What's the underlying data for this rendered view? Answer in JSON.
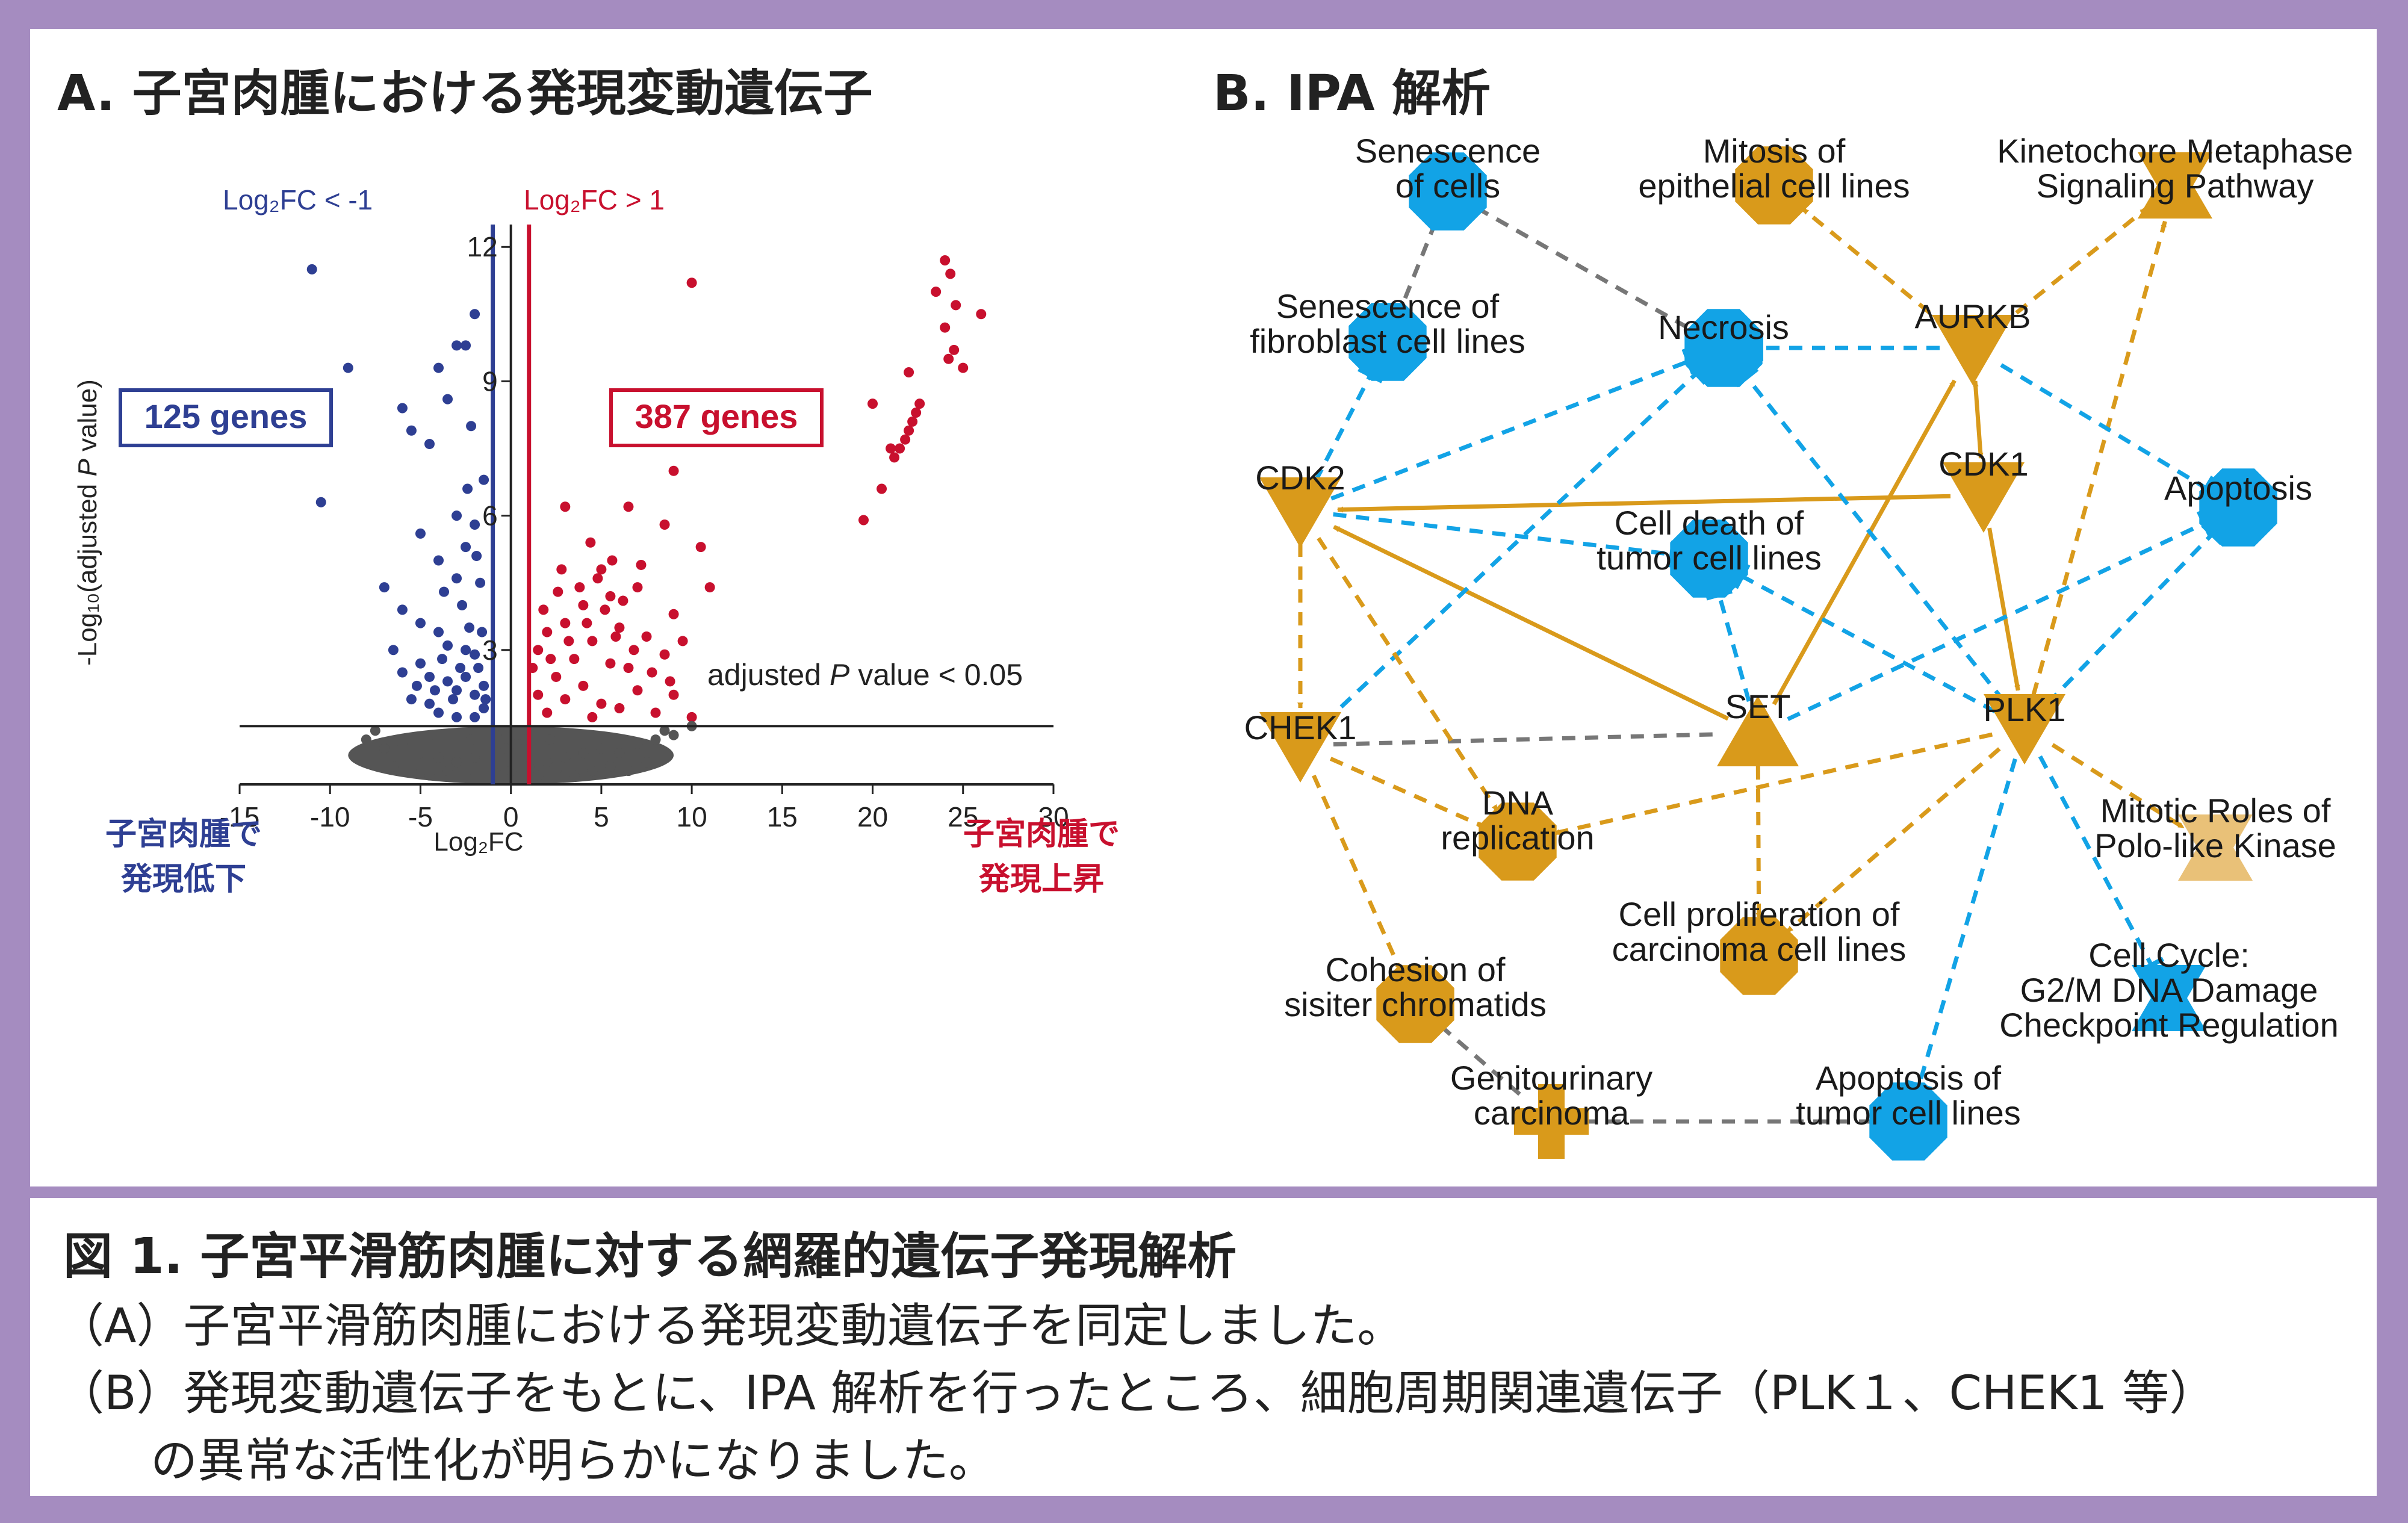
{
  "panel_a": {
    "title": "A. 子宮肉腫における発現変動遺伝子",
    "left_threshold_label": "Log₂FC < -1",
    "right_threshold_label": "Log₂FC > 1",
    "down_count_label": "125 genes",
    "up_count_label": "387 genes",
    "pvalue_line_label": "adjusted P value < 0.05",
    "x_axis_label": "Log₂FC",
    "y_axis_label": "-Log₁₀(adjusted P value)",
    "down_label_line1": "子宮肉腫で",
    "down_label_line2": "発現低下",
    "up_label_line1": "子宮肉腫で",
    "up_label_line2": "発現上昇",
    "colors": {
      "down": "#2e3f93",
      "up": "#c8102e",
      "ns": "#555555"
    }
  },
  "chart_data": {
    "type": "scatter",
    "xlabel": "Log₂FC",
    "ylabel": "-Log₁₀(adjusted P value)",
    "xlim": [
      -16,
      31
    ],
    "ylim": [
      0,
      12.5
    ],
    "x_ticks": [
      "-15",
      "-10",
      "-5",
      "0",
      "5",
      "10",
      "15",
      "20",
      "25",
      "30"
    ],
    "y_ticks": [
      "3",
      "6",
      "9",
      "12"
    ],
    "x_tick_values": [
      -15,
      -10,
      -5,
      0,
      5,
      10,
      15,
      20,
      25,
      30
    ],
    "y_tick_values": [
      3,
      6,
      9,
      12
    ],
    "threshold_x": [
      -1,
      1
    ],
    "threshold_y": 1.3,
    "series": [
      {
        "name": "Log₂FC < -1",
        "color": "#2e3f93",
        "points": [
          [
            -11,
            11.5
          ],
          [
            -9,
            9.3
          ],
          [
            -10.5,
            6.3
          ],
          [
            -6,
            8.4
          ],
          [
            -5.5,
            7.9
          ],
          [
            -4,
            9.3
          ],
          [
            -3,
            9.8
          ],
          [
            -2,
            10.5
          ],
          [
            -2.5,
            9.8
          ],
          [
            -3.5,
            8.6
          ],
          [
            -4.5,
            7.6
          ],
          [
            -2.2,
            8.0
          ],
          [
            -3,
            6.0
          ],
          [
            -2.5,
            5.3
          ],
          [
            -2,
            5.8
          ],
          [
            -5,
            5.6
          ],
          [
            -4,
            5.0
          ],
          [
            -3,
            4.6
          ],
          [
            -7,
            4.4
          ],
          [
            -6,
            3.9
          ],
          [
            -5,
            3.6
          ],
          [
            -4,
            3.4
          ],
          [
            -3.5,
            3.1
          ],
          [
            -2.5,
            3.0
          ],
          [
            -2,
            2.9
          ],
          [
            -6.5,
            3.0
          ],
          [
            -6,
            2.5
          ],
          [
            -5,
            2.7
          ],
          [
            -4.5,
            2.4
          ],
          [
            -3.5,
            2.3
          ],
          [
            -3,
            2.1
          ],
          [
            -2.5,
            2.4
          ],
          [
            -2,
            2.0
          ],
          [
            -1.5,
            2.2
          ],
          [
            -5.5,
            1.9
          ],
          [
            -4.5,
            1.8
          ],
          [
            -4,
            1.6
          ],
          [
            -3,
            1.5
          ],
          [
            -2,
            1.5
          ],
          [
            -1.5,
            1.7
          ],
          [
            -3.8,
            2.8
          ],
          [
            -2.8,
            2.6
          ],
          [
            -1.8,
            2.6
          ],
          [
            -2.3,
            3.5
          ],
          [
            -1.6,
            3.4
          ],
          [
            -4.2,
            2.1
          ],
          [
            -5.2,
            2.2
          ],
          [
            -3.2,
            1.9
          ],
          [
            -1.4,
            1.9
          ],
          [
            -2.7,
            4.0
          ],
          [
            -3.7,
            4.3
          ],
          [
            -1.7,
            4.5
          ],
          [
            -1.9,
            5.1
          ],
          [
            -2.4,
            6.6
          ],
          [
            -1.5,
            6.8
          ]
        ]
      },
      {
        "name": "Log₂FC > 1",
        "color": "#c8102e",
        "points": [
          [
            10,
            11.2
          ],
          [
            24,
            11.7
          ],
          [
            24.3,
            11.4
          ],
          [
            23.5,
            11.0
          ],
          [
            24.6,
            10.7
          ],
          [
            26,
            10.5
          ],
          [
            24,
            10.2
          ],
          [
            24.5,
            9.7
          ],
          [
            25,
            9.3
          ],
          [
            24.2,
            9.5
          ],
          [
            22,
            9.2
          ],
          [
            20,
            8.5
          ],
          [
            21,
            7.5
          ],
          [
            21.2,
            7.3
          ],
          [
            21.5,
            7.5
          ],
          [
            21.8,
            7.7
          ],
          [
            22,
            7.9
          ],
          [
            22.2,
            8.1
          ],
          [
            22.4,
            8.3
          ],
          [
            22.6,
            8.5
          ],
          [
            20.5,
            6.6
          ],
          [
            19.5,
            5.9
          ],
          [
            9,
            7.0
          ],
          [
            6.5,
            6.2
          ],
          [
            8.5,
            5.8
          ],
          [
            10.5,
            5.3
          ],
          [
            3,
            6.2
          ],
          [
            11,
            4.4
          ],
          [
            5,
            4.8
          ],
          [
            7,
            4.4
          ],
          [
            5.5,
            4.2
          ],
          [
            9,
            3.8
          ],
          [
            4,
            4.0
          ],
          [
            3,
            3.6
          ],
          [
            6,
            3.5
          ],
          [
            7.5,
            3.3
          ],
          [
            9.5,
            3.2
          ],
          [
            2,
            3.4
          ],
          [
            4.5,
            3.2
          ],
          [
            8.5,
            2.9
          ],
          [
            1.5,
            3.0
          ],
          [
            3.5,
            2.8
          ],
          [
            5.5,
            2.7
          ],
          [
            6.5,
            2.6
          ],
          [
            2.5,
            2.4
          ],
          [
            4,
            2.2
          ],
          [
            7,
            2.1
          ],
          [
            9,
            2.0
          ],
          [
            1.5,
            2.0
          ],
          [
            3,
            1.9
          ],
          [
            5,
            1.8
          ],
          [
            6,
            1.7
          ],
          [
            8,
            1.6
          ],
          [
            2,
            1.6
          ],
          [
            10,
            1.5
          ],
          [
            4.5,
            1.5
          ],
          [
            1.2,
            2.6
          ],
          [
            2.2,
            2.8
          ],
          [
            3.2,
            3.2
          ],
          [
            4.2,
            3.6
          ],
          [
            5.2,
            3.9
          ],
          [
            6.2,
            4.1
          ],
          [
            3.8,
            4.4
          ],
          [
            4.8,
            4.6
          ],
          [
            2.8,
            4.8
          ],
          [
            7.8,
            2.5
          ],
          [
            8.8,
            2.3
          ],
          [
            6.8,
            3.0
          ],
          [
            5.8,
            3.3
          ],
          [
            1.8,
            3.9
          ],
          [
            2.6,
            4.3
          ],
          [
            5.6,
            5.0
          ],
          [
            4.4,
            5.4
          ],
          [
            7.2,
            4.9
          ]
        ]
      },
      {
        "name": "not significant",
        "color": "#555555",
        "points": [
          [
            -8,
            1.0
          ],
          [
            -7,
            0.8
          ],
          [
            -6,
            0.9
          ],
          [
            -5,
            0.7
          ],
          [
            -4,
            0.6
          ],
          [
            -3,
            0.5
          ],
          [
            -2,
            0.6
          ],
          [
            -1,
            0.4
          ],
          [
            0,
            0.3
          ],
          [
            1,
            0.4
          ],
          [
            2,
            0.5
          ],
          [
            3,
            0.6
          ],
          [
            4,
            0.7
          ],
          [
            5,
            0.8
          ],
          [
            6,
            0.7
          ],
          [
            7,
            0.9
          ],
          [
            8,
            1.0
          ],
          [
            9,
            1.1
          ],
          [
            -6.5,
            0.4
          ],
          [
            -5.5,
            0.3
          ],
          [
            -4.5,
            0.2
          ],
          [
            -3.5,
            0.3
          ],
          [
            -2.5,
            0.2
          ],
          [
            -1.5,
            0.1
          ],
          [
            -0.5,
            0.2
          ],
          [
            0.5,
            0.1
          ],
          [
            1.5,
            0.2
          ],
          [
            2.5,
            0.3
          ],
          [
            3.5,
            0.2
          ],
          [
            4.5,
            0.3
          ],
          [
            5.5,
            0.4
          ],
          [
            6.5,
            0.3
          ],
          [
            7.5,
            0.5
          ],
          [
            -0.8,
            1.1
          ],
          [
            0.8,
            1.0
          ],
          [
            -0.3,
            0.8
          ],
          [
            0.3,
            0.9
          ],
          [
            -4.2,
            1.1
          ],
          [
            4.2,
            1.1
          ],
          [
            -2.2,
            1.0
          ],
          [
            2.2,
            1.0
          ],
          [
            -7.5,
            1.2
          ],
          [
            10,
            1.3
          ],
          [
            8.5,
            1.2
          ]
        ]
      }
    ]
  },
  "panel_b": {
    "title": "B. IPA 解析",
    "colors": {
      "orange": "#d99a1b",
      "blue": "#12a3e6",
      "pale_orange": "#e9c178",
      "gray": "#777777"
    },
    "nodes": [
      {
        "id": "senescence",
        "lines": [
          "Senescence",
          "of cells"
        ],
        "shape": "octagon",
        "color": "blue"
      },
      {
        "id": "mitosis",
        "lines": [
          "Mitosis of",
          "epithelial cell lines"
        ],
        "shape": "octagon",
        "color": "orange"
      },
      {
        "id": "kinetochore",
        "lines": [
          "Kinetochore Metaphase",
          "Signaling Pathway"
        ],
        "shape": "hourglass",
        "color": "orange"
      },
      {
        "id": "sen_fibro",
        "lines": [
          "Senescence of",
          "fibroblast cell lines"
        ],
        "shape": "octagon",
        "color": "blue"
      },
      {
        "id": "necrosis",
        "lines": [
          "Necrosis"
        ],
        "shape": "octagon",
        "color": "blue"
      },
      {
        "id": "aurkb",
        "lines": [
          "AURKB"
        ],
        "shape": "triangle-down",
        "color": "orange"
      },
      {
        "id": "cdk2",
        "lines": [
          "CDK2"
        ],
        "shape": "triangle-down",
        "color": "orange"
      },
      {
        "id": "cdk1",
        "lines": [
          "CDK1"
        ],
        "shape": "triangle-down",
        "color": "orange"
      },
      {
        "id": "apoptosis",
        "lines": [
          "Apoptosis"
        ],
        "shape": "octagon",
        "color": "blue"
      },
      {
        "id": "celldeath",
        "lines": [
          "Cell death of",
          "tumor cell lines"
        ],
        "shape": "octagon",
        "color": "blue"
      },
      {
        "id": "chek1",
        "lines": [
          "CHEK1"
        ],
        "shape": "triangle-down",
        "color": "orange"
      },
      {
        "id": "set",
        "lines": [
          "SET"
        ],
        "shape": "triangle-up",
        "color": "orange"
      },
      {
        "id": "plk1",
        "lines": [
          "PLK1"
        ],
        "shape": "triangle-down",
        "color": "orange"
      },
      {
        "id": "dna",
        "lines": [
          "DNA",
          "replication"
        ],
        "shape": "octagon",
        "color": "orange"
      },
      {
        "id": "mitotic",
        "lines": [
          "Mitotic Roles of",
          "Polo-like Kinase"
        ],
        "shape": "hourglass",
        "color": "pale_orange"
      },
      {
        "id": "cellprolif",
        "lines": [
          "Cell proliferation of",
          "carcinoma cell lines"
        ],
        "shape": "octagon",
        "color": "orange"
      },
      {
        "id": "cohesion",
        "lines": [
          "Cohesion of",
          "sisiter chromatids"
        ],
        "shape": "octagon",
        "color": "orange"
      },
      {
        "id": "cellcycle",
        "lines": [
          "Cell Cycle:",
          "G2/M DNA Damage",
          "Checkpoint Regulation"
        ],
        "shape": "hourglass",
        "color": "blue"
      },
      {
        "id": "genito",
        "lines": [
          "Genitourinary",
          "carcinoma"
        ],
        "shape": "cross",
        "color": "orange"
      },
      {
        "id": "apoptumor",
        "lines": [
          "Apoptosis of",
          "tumor cell lines"
        ],
        "shape": "octagon",
        "color": "blue"
      }
    ],
    "edges": [
      {
        "from": "aurkb",
        "to": "mitosis",
        "type": "orange-dashed-arrow"
      },
      {
        "from": "aurkb",
        "to": "kinetochore",
        "type": "orange-dashed-arrow"
      },
      {
        "from": "plk1",
        "to": "kinetochore",
        "type": "orange-dashed-arrow"
      },
      {
        "from": "aurkb",
        "to": "necrosis",
        "type": "blue-dashed-inhibit"
      },
      {
        "from": "aurkb",
        "to": "apoptosis",
        "type": "blue-dashed-inhibit"
      },
      {
        "from": "aurkb",
        "to": "cdk1",
        "type": "orange-solid-both"
      },
      {
        "from": "cdk1",
        "to": "cdk2",
        "type": "orange-solid-arrow"
      },
      {
        "from": "cdk1",
        "to": "plk1",
        "type": "orange-solid-arrow"
      },
      {
        "from": "set",
        "to": "aurkb",
        "type": "orange-solid-arrow"
      },
      {
        "from": "set",
        "to": "cdk2",
        "type": "orange-solid-arrow"
      },
      {
        "from": "senescence",
        "to": "necrosis",
        "type": "gray-dashed"
      },
      {
        "from": "senescence",
        "to": "sen_fibro",
        "type": "gray-dashed"
      },
      {
        "from": "cdk2",
        "to": "sen_fibro",
        "type": "blue-dashed-inhibit"
      },
      {
        "from": "cdk2",
        "to": "necrosis",
        "type": "blue-dashed-inhibit"
      },
      {
        "from": "cdk2",
        "to": "celldeath",
        "type": "blue-dashed-inhibit"
      },
      {
        "from": "chek1",
        "to": "necrosis",
        "type": "blue-dashed-inhibit"
      },
      {
        "from": "plk1",
        "to": "necrosis",
        "type": "blue-dashed-inhibit"
      },
      {
        "from": "plk1",
        "to": "celldeath",
        "type": "blue-dashed-inhibit"
      },
      {
        "from": "set",
        "to": "celldeath",
        "type": "blue-dashed-inhibit"
      },
      {
        "from": "plk1",
        "to": "apoptosis",
        "type": "blue-dashed-inhibit"
      },
      {
        "from": "set",
        "to": "apoptosis",
        "type": "blue-dashed-inhibit"
      },
      {
        "from": "chek1",
        "to": "set",
        "type": "gray-dashed"
      },
      {
        "from": "cdk2",
        "to": "chek1",
        "type": "orange-dashed-arrow"
      },
      {
        "from": "cdk2",
        "to": "dna",
        "type": "orange-dashed-arrow"
      },
      {
        "from": "chek1",
        "to": "dna",
        "type": "orange-dashed-arrow"
      },
      {
        "from": "plk1",
        "to": "dna",
        "type": "orange-dashed-arrow"
      },
      {
        "from": "set",
        "to": "cellprolif",
        "type": "orange-dashed-arrow"
      },
      {
        "from": "plk1",
        "to": "cellprolif",
        "type": "orange-dashed-arrow"
      },
      {
        "from": "plk1",
        "to": "mitotic",
        "type": "orange-dashed-arrow"
      },
      {
        "from": "plk1",
        "to": "cellcycle",
        "type": "blue-dashed-inhibit"
      },
      {
        "from": "plk1",
        "to": "apoptumor",
        "type": "blue-dashed-inhibit"
      },
      {
        "from": "chek1",
        "to": "cohesion",
        "type": "orange-dashed-arrow"
      },
      {
        "from": "cohesion",
        "to": "genito",
        "type": "gray-dashed"
      },
      {
        "from": "genito",
        "to": "apoptumor",
        "type": "gray-dashed"
      }
    ]
  },
  "caption": {
    "title": "図 1. 子宮平滑筋肉腫に対する網羅的遺伝子発現解析",
    "line_a": "（A）子宮平滑筋肉腫における発現変動遺伝子を同定しました。",
    "line_b": "（B）発現変動遺伝子をもとに、IPA 解析を行ったところ、細胞周期関連遺伝子（PLK１、CHEK1 等）",
    "line_b2": "の異常な活性化が明らかになりました。"
  }
}
